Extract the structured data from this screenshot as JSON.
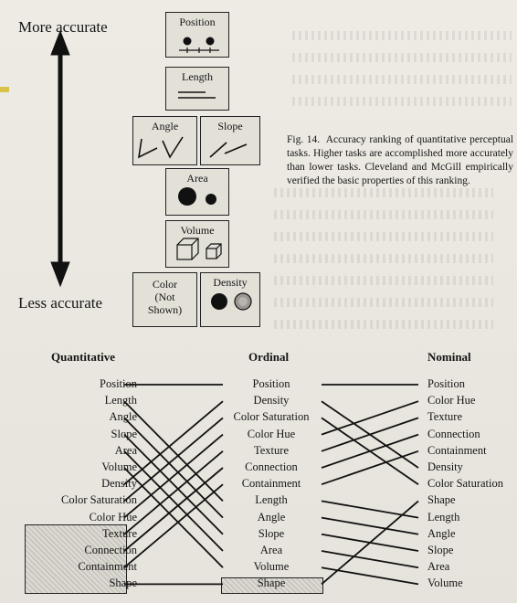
{
  "top": {
    "more_accurate": "More accurate",
    "less_accurate": "Less accurate",
    "boxes": {
      "position": "Position",
      "length": "Length",
      "angle": "Angle",
      "slope": "Slope",
      "area": "Area",
      "volume": "Volume",
      "color": "Color\n(Not\nShown)",
      "density": "Density"
    }
  },
  "caption": {
    "label": "Fig. 14.",
    "text": "Accuracy ranking of quantitative perceptual tasks. Higher tasks are accomplished more accurately than lower tasks. Cleveland and McGill empirically verified the basic properties of this ranking."
  },
  "ranking": {
    "headers": {
      "quantitative": "Quantitative",
      "ordinal": "Ordinal",
      "nominal": "Nominal"
    },
    "quantitative": [
      "Position",
      "Length",
      "Angle",
      "Slope",
      "Area",
      "Volume",
      "Density",
      "Color Saturation",
      "Color Hue",
      "Texture",
      "Connection",
      "Containment",
      "Shape"
    ],
    "ordinal": [
      "Position",
      "Density",
      "Color Saturation",
      "Color Hue",
      "Texture",
      "Connection",
      "Containment",
      "Length",
      "Angle",
      "Slope",
      "Area",
      "Volume",
      "Shape"
    ],
    "nominal": [
      "Position",
      "Color Hue",
      "Texture",
      "Connection",
      "Containment",
      "Density",
      "Color Saturation",
      "Shape",
      "Length",
      "Angle",
      "Slope",
      "Area",
      "Volume"
    ]
  }
}
